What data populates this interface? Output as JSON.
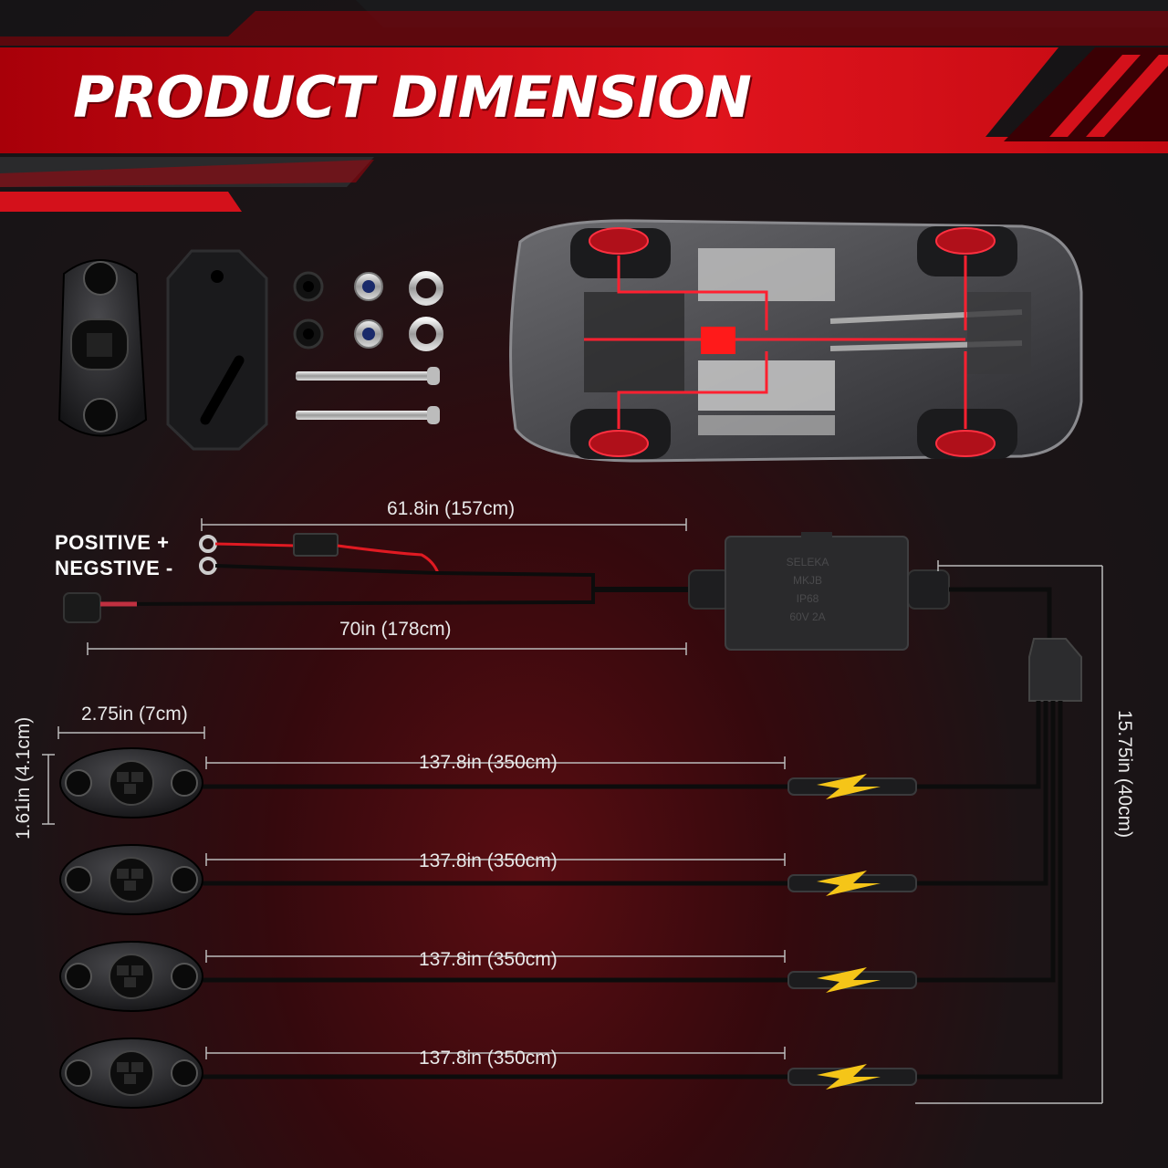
{
  "header": {
    "title": "PRODUCT DIMENSION"
  },
  "wiring": {
    "positive_label": "POSITIVE +",
    "negative_label": "NEGSTIVE -",
    "harness_top_length": "61.8in (157cm)",
    "harness_bottom_length": "70in (178cm)",
    "controller_to_splitter_length": "15.75in (40cm)",
    "controller_box_text": [
      "SELEKA",
      "MKJB",
      "IP68",
      "60V 2A"
    ]
  },
  "pod": {
    "width": "2.75in (7cm)",
    "height": "1.61in (4.1cm)"
  },
  "cables": [
    {
      "length": "137.8in (350cm)"
    },
    {
      "length": "137.8in (350cm)"
    },
    {
      "length": "137.8in (350cm)"
    },
    {
      "length": "137.8in (350cm)"
    }
  ],
  "colors": {
    "accent": "#d4111b",
    "bolt": "#f5c518"
  },
  "icons": [
    "rock-light-pod",
    "mounting-bracket",
    "rubber-washer",
    "lock-nut",
    "flat-washer",
    "bolt",
    "car-underbody",
    "controller-box",
    "splitter",
    "connector-bolt-icon"
  ]
}
